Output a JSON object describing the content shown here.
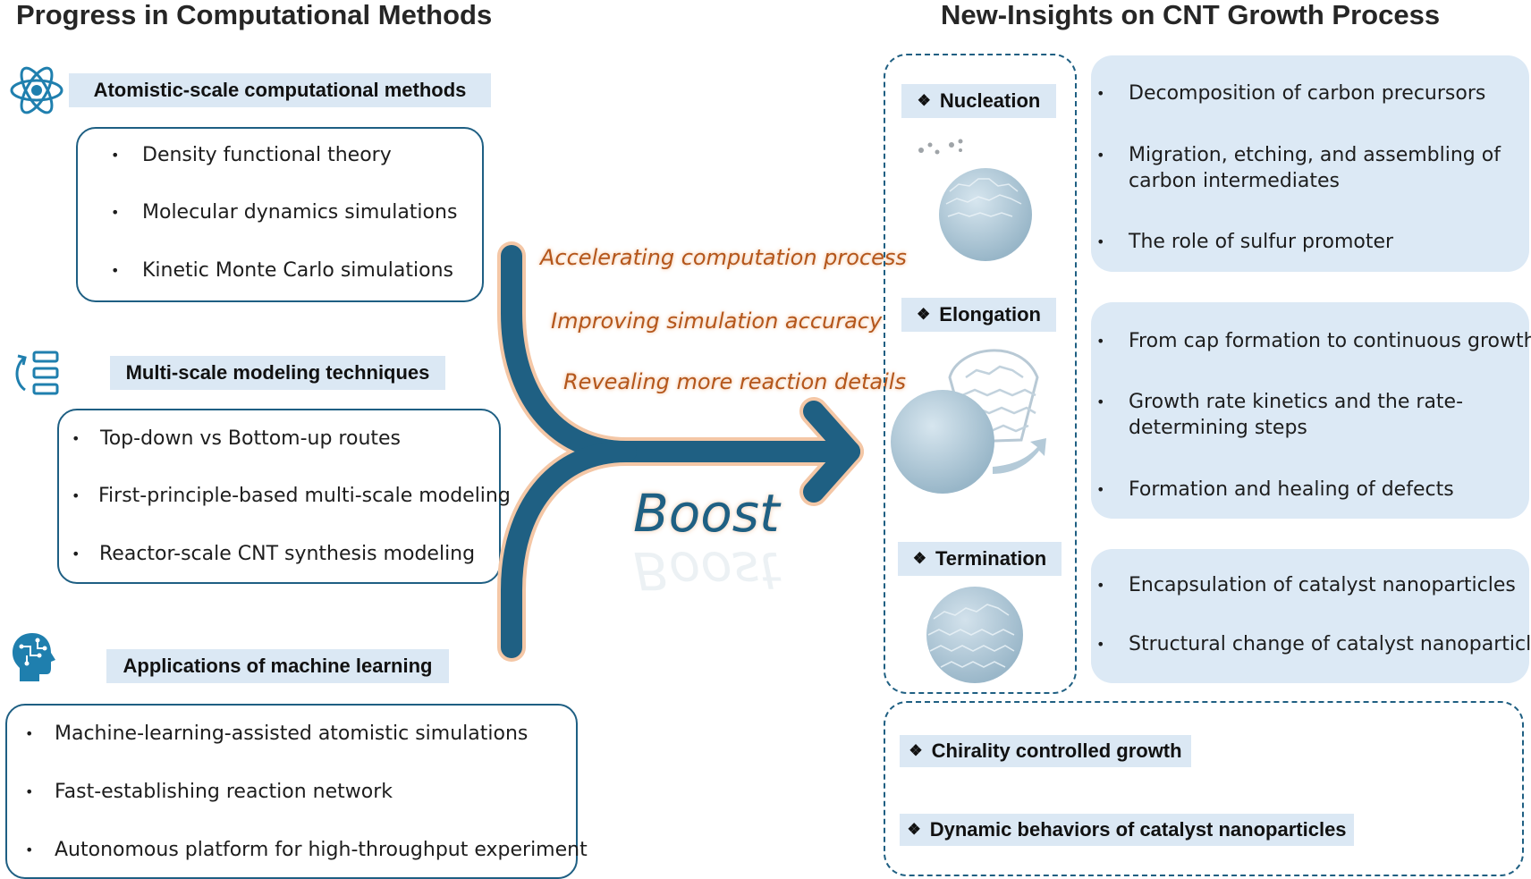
{
  "left": {
    "heading": "Progress in Computational Methods",
    "sections": [
      {
        "title": "Atomistic-scale computational methods",
        "icon": "atom-icon",
        "items": [
          "Density functional theory",
          "Molecular dynamics simulations",
          "Kinetic Monte Carlo simulations"
        ]
      },
      {
        "title": "Multi-scale modeling techniques",
        "icon": "multiscale-icon",
        "items": [
          "Top-down vs Bottom-up routes",
          "First-principle-based multi-scale modeling",
          "Reactor-scale CNT synthesis modeling"
        ]
      },
      {
        "title": "Applications of machine learning",
        "icon": "ai-head-icon",
        "items": [
          "Machine-learning-assisted atomistic simulations",
          "Fast-establishing reaction network",
          "Autonomous platform for high-throughput experiment"
        ]
      }
    ]
  },
  "middle": {
    "phrases": [
      "Accelerating computation process",
      "Improving simulation accuracy",
      "Revealing more reaction details"
    ],
    "boost": "Boost"
  },
  "right": {
    "heading": "New-Insights on CNT Growth Process",
    "bullet_symbol": "❖",
    "stages": [
      {
        "label": "Nucleation",
        "insights": [
          "Decomposition of carbon precursors",
          "Migration, etching, and assembling of carbon intermediates",
          "The role of sulfur promoter"
        ]
      },
      {
        "label": "Elongation",
        "insights": [
          "From cap formation to continuous growth",
          "Growth rate kinetics and the rate-determining steps",
          "Formation and healing of defects"
        ]
      },
      {
        "label": "Termination",
        "insights": [
          "Encapsulation of catalyst nanoparticles",
          "Structural change of catalyst nanoparticles"
        ]
      }
    ],
    "future": [
      "Chirality controlled growth",
      "Dynamic behaviors of catalyst nanoparticles"
    ]
  },
  "colors": {
    "primary_blue": "#1f6083",
    "label_fill": "#dbe8f4",
    "panel_fill": "#dce9f5",
    "arrow_glow": "#f4c7a6",
    "phrase_text": "#b4561b"
  }
}
